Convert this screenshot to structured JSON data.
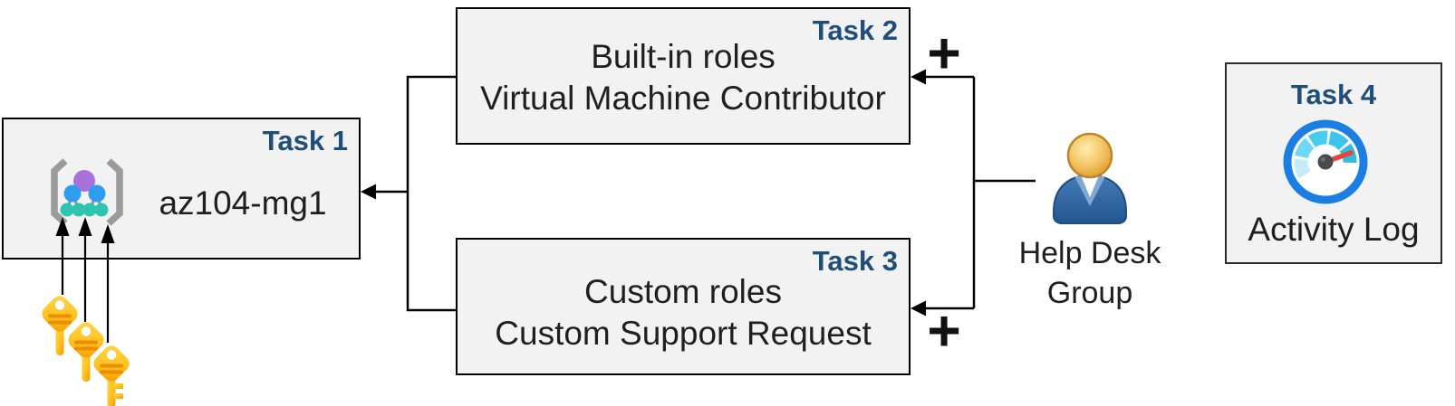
{
  "boxes": {
    "task1": {
      "label": "Task 1",
      "name": "az104-mg1"
    },
    "task2": {
      "label": "Task 2",
      "line1": "Built-in roles",
      "line2": "Virtual Machine Contributor"
    },
    "task3": {
      "label": "Task 3",
      "line1": "Custom roles",
      "line2": "Custom Support Request"
    },
    "task4": {
      "label": "Task 4",
      "caption": "Activity Log"
    }
  },
  "actor": {
    "line1": "Help Desk",
    "line2": "Group"
  },
  "symbols": {
    "plus": "+"
  },
  "icons": {
    "task1": "management-group-icon",
    "task4": "activity-log-gauge-icon",
    "actor": "person-icon",
    "keys": "key-icon",
    "key_count": 3
  },
  "colors": {
    "box_fill": "#f2f2f2",
    "box_border": "#000000",
    "task_label_blue": "#1f4e79",
    "body_text": "#1f1f1f",
    "connector": "#000000",
    "key_gold_light": "#ffd84d",
    "key_gold_dark": "#f7a600",
    "key_stripe": "#ef8d00",
    "person_body_blue": "#2f66a4",
    "person_head_gold": "#e8a93d",
    "gauge_ring_blue": "#1b7ee3",
    "gauge_needle_red": "#e8453c",
    "mg_purple": "#a872d9",
    "mg_blue": "#2e9df0",
    "mg_teal": "#2ec4b0",
    "mg_bracket": "#9b9b9b"
  }
}
